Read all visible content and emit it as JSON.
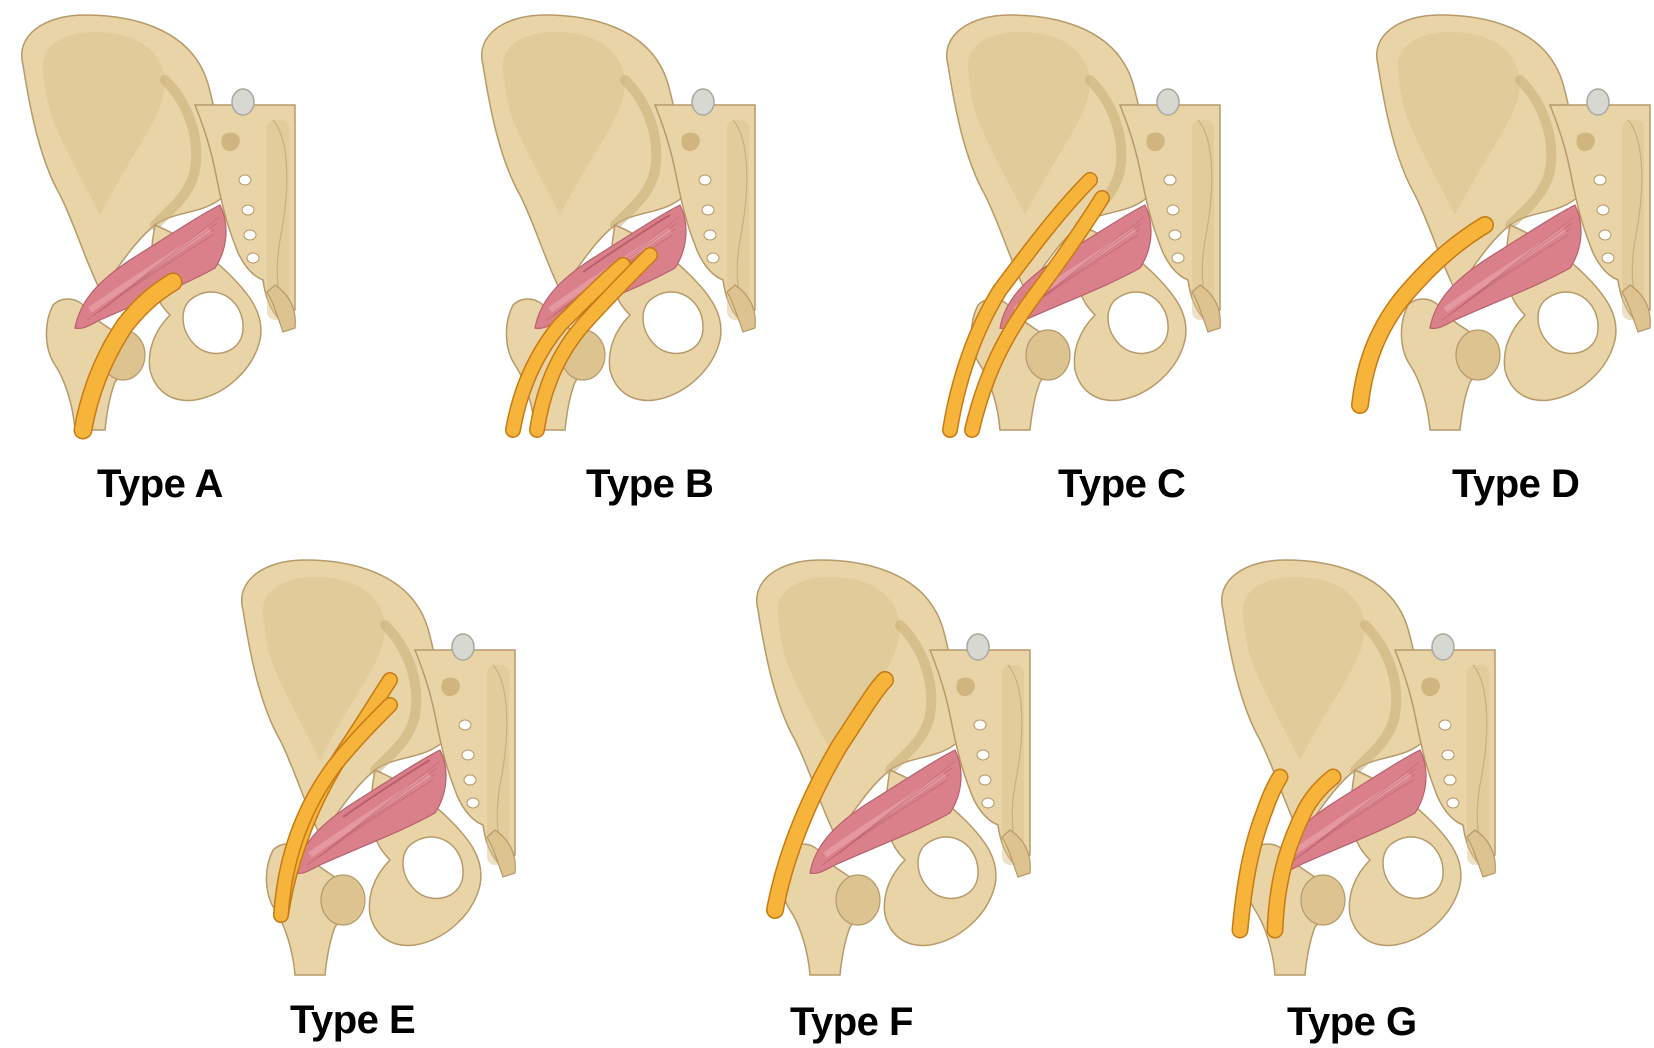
{
  "figure": {
    "panels": [
      {
        "id": "A",
        "label": "Type A",
        "variant": "A"
      },
      {
        "id": "B",
        "label": "Type B",
        "variant": "B"
      },
      {
        "id": "C",
        "label": "Type C",
        "variant": "C"
      },
      {
        "id": "D",
        "label": "Type D",
        "variant": "D"
      },
      {
        "id": "E",
        "label": "Type E",
        "variant": "E"
      },
      {
        "id": "F",
        "label": "Type F",
        "variant": "F"
      },
      {
        "id": "G",
        "label": "Type G",
        "variant": "G"
      }
    ]
  },
  "colors": {
    "bone_light": "#e8d4a6",
    "bone_mid": "#dcc390",
    "bone_dark": "#c9ad74",
    "bone_outline": "#b8996a",
    "muscle": "#d9808a",
    "muscle_light": "#eaa3aa",
    "muscle_line": "#b9606c",
    "nerve": "#f6b43b",
    "nerve_outline": "#c77a12",
    "cartilage": "#d8d8d2",
    "hole": "#ffffff"
  }
}
